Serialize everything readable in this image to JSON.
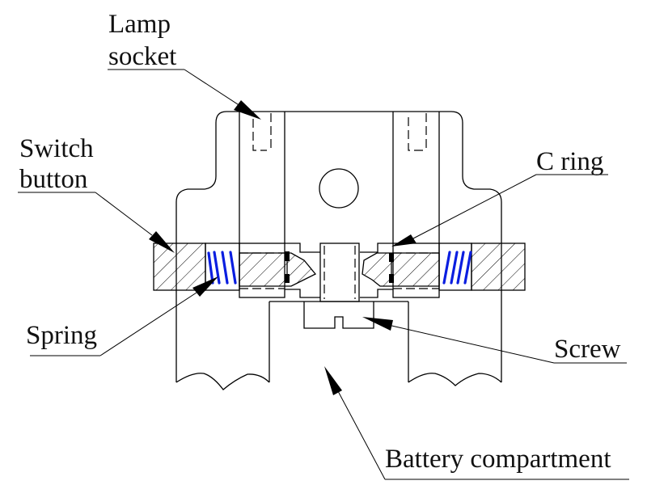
{
  "diagram": {
    "title": "Flashlight switch mechanism cross-section",
    "labels": {
      "lamp_socket_line1": "Lamp",
      "lamp_socket_line2": "socket",
      "switch_button_line1": "Switch",
      "switch_button_line2": "button",
      "c_ring": "C ring",
      "spring": "Spring",
      "screw": "Screw",
      "battery_compartment": "Battery compartment"
    },
    "colors": {
      "line": "#000000",
      "spring": "#0a1ee0",
      "background": "#ffffff"
    }
  }
}
